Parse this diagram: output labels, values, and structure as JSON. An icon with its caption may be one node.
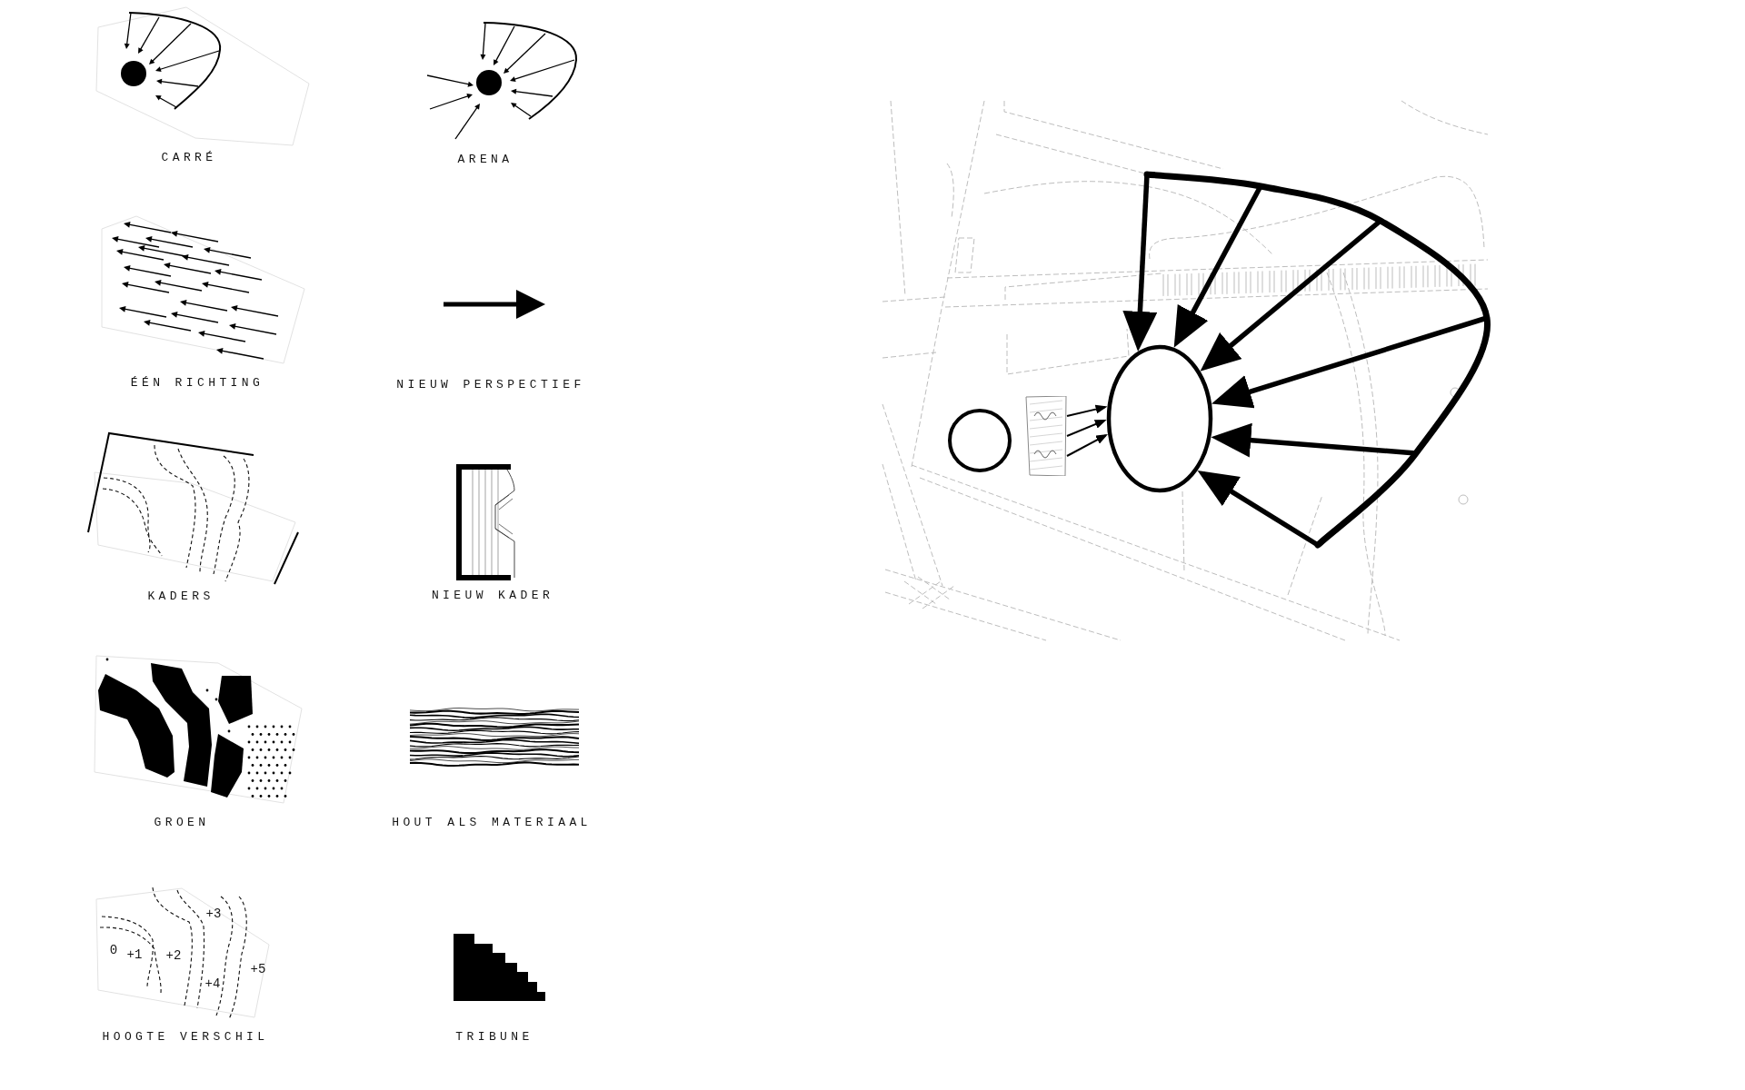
{
  "diagram": {
    "nodes": [
      {
        "text": [],
        "shape": "box"
      },
      {
        "text": [],
        "shape": "ellipse"
      },
      {
        "text": [],
        "shape": "arc"
      }
    ],
    "edges": [
      {
        "from": 2,
        "to": 1,
        "arrow": "to"
      },
      {
        "from": 2,
        "to": 1,
        "arrow": "to"
      },
      {
        "from": 2,
        "to": 1,
        "arrow": "to"
      },
      {
        "from": 2,
        "to": 1,
        "arrow": "to"
      },
      {
        "from": 2,
        "to": 1,
        "arrow": "to"
      },
      {
        "from": 2,
        "to": 1,
        "arrow": "to"
      },
      {
        "from": 0,
        "to": 1,
        "arrow": "to"
      },
      {
        "from": 0,
        "to": 1,
        "arrow": "to"
      },
      {
        "from": 0,
        "to": 1,
        "arrow": "to"
      }
    ],
    "labels": [
      "CARRÉ",
      "ARENA",
      "ÉÉN RICHTING",
      "NIEUW PERSPECTIEF",
      "KADERS",
      "NIEUW KADER",
      "GROEN",
      "HOUT ALS MATERIAAL",
      "0",
      "+1",
      "+2",
      "+3",
      "+4",
      "+5",
      "HOOGTE VERSCHIL",
      "TRIBUNE"
    ]
  }
}
